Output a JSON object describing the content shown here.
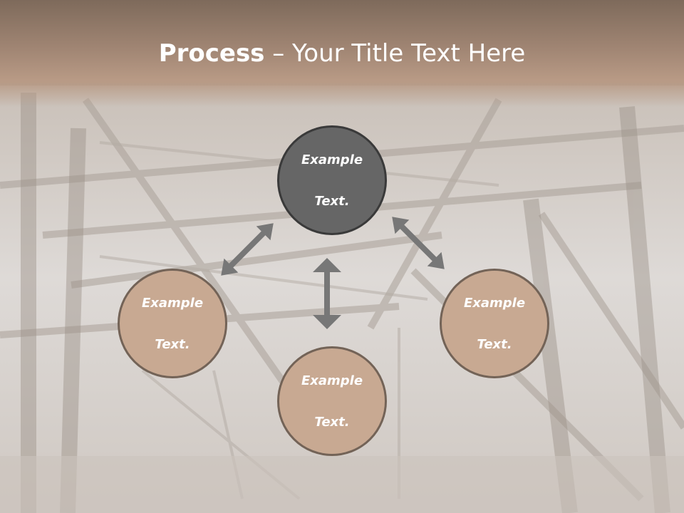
{
  "title": {
    "bold": "Process",
    "rest": " – Your Title Text Here"
  },
  "nodes": [
    {
      "id": "top",
      "line1": "Example",
      "line2": "Text.",
      "fill": "#666666"
    },
    {
      "id": "left",
      "line1": "Example",
      "line2": "Text.",
      "fill": "#c8a992"
    },
    {
      "id": "right",
      "line1": "Example",
      "line2": "Text.",
      "fill": "#c8a992"
    },
    {
      "id": "bottom",
      "line1": "Example",
      "line2": "Text.",
      "fill": "#c8a992"
    }
  ],
  "colors": {
    "arrow": "#777777",
    "title_band": "#a08573",
    "text": "#ffffff"
  }
}
